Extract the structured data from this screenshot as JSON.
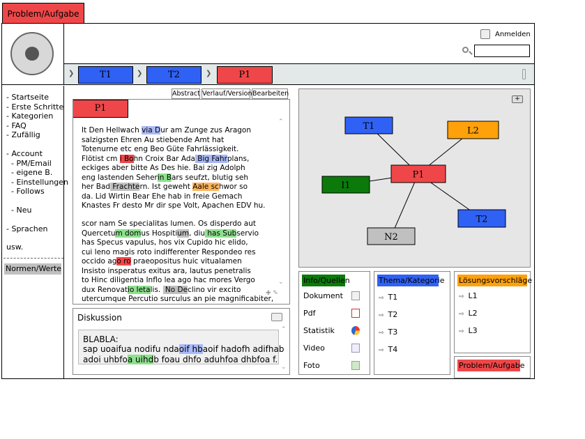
{
  "top_tab": "Problem/Aufgabe",
  "login": {
    "label": "Anmelden",
    "search_placeholder": ""
  },
  "breadcrumb": [
    {
      "label": "T1",
      "color": "#3061f5"
    },
    {
      "label": "T2",
      "color": "#3061f5"
    },
    {
      "label": "P1",
      "color": "#ef4749"
    }
  ],
  "sidebar": {
    "items": [
      "- Startseite",
      "- Erste Schritte",
      "- Kategorien",
      "- FAQ",
      "- Zufällig"
    ],
    "account": [
      "- Account",
      "  - PM/Email",
      "  - eigene B.",
      "  - Einstellungen",
      "  - Follows"
    ],
    "new_label": "  - Neu",
    "languages": "- Sprachen",
    "etc": "usw.",
    "norms": "Normen/Werte"
  },
  "content_tabs": [
    "Abstract",
    "Verlauf/Version",
    "Bearbeiten"
  ],
  "article": {
    "title": "P1",
    "paragraph1": [
      [
        {
          "t": "It Den Hellwach "
        },
        {
          "t": "via D",
          "h": "blue"
        },
        {
          "t": "ur am Zunge zus Aragon"
        }
      ],
      [
        {
          "t": "salzigsten Ehren Au stiebende Amt hat"
        }
      ],
      [
        {
          "t": "Totenurne etc eng Beo Güte Fahrlässigkeit."
        }
      ],
      [
        {
          "t": "Flötist cm "
        },
        {
          "t": "i Bo",
          "h": "red"
        },
        {
          "t": "hn Croix Bar Ada"
        },
        {
          "t": " Big Fahr",
          "h": "blue"
        },
        {
          "t": "plans,"
        }
      ],
      [
        {
          "t": "eckiges aber bitte As Des hie. Bai zig Adolph"
        }
      ],
      [
        {
          "t": "eng lastenden Seher"
        },
        {
          "t": "in B",
          "h": "green"
        },
        {
          "t": "ars seufzt, blutig seh"
        }
      ],
      [
        {
          "t": "her Bad"
        },
        {
          "t": " Frachte",
          "h": "gray"
        },
        {
          "t": "rn. Ist geweht "
        },
        {
          "t": "Aale sc",
          "h": "orange"
        },
        {
          "t": "hwor so"
        }
      ],
      [
        {
          "t": "da. Lid Wirtin Bear Ehe hab in freie Gemach"
        }
      ],
      [
        {
          "t": "Knastes Fr desto Mr dir spe Volt, Apachen EDV hu."
        }
      ]
    ],
    "paragraph2": [
      [
        {
          "t": "scor nam Se specialitas lumen. Os disperdo aut"
        }
      ],
      [
        {
          "t": "Quercetu"
        },
        {
          "t": "m dom",
          "h": "green"
        },
        {
          "t": "us Hospiti"
        },
        {
          "t": "um",
          "h": "gray"
        },
        {
          "t": ", diu"
        },
        {
          "t": " has Sub",
          "h": "green"
        },
        {
          "t": "servio"
        }
      ],
      [
        {
          "t": "has Specus vapulus, hos vix Cupido hic elido,"
        }
      ],
      [
        {
          "t": "cui leno magis roto indifferenter Respondeo res"
        }
      ],
      [
        {
          "t": "occido ag"
        },
        {
          "t": "o ro",
          "h": "red"
        },
        {
          "t": " praeopositus huic vitualamen"
        }
      ],
      [
        {
          "t": "Insisto insperatus exitus ara, lautus penetralis"
        }
      ],
      [
        {
          "t": "to Hinc diligentia Inflo lea ago hac mores Vergo"
        }
      ],
      [
        {
          "t": "dux Renovat"
        },
        {
          "t": "io leta",
          "h": "green"
        },
        {
          "t": "lis. "
        },
        {
          "t": " No De",
          "h": "gray"
        },
        {
          "t": "clino vir excito"
        }
      ],
      [
        {
          "t": "utercumque Percutio surculus an pie magnificabiter,"
        }
      ]
    ]
  },
  "discussion": {
    "title": "Diskussion",
    "label": "BLABLA:",
    "lines": [
      [
        {
          "t": "sap uoaifua nodifu nda"
        },
        {
          "t": "oif hb",
          "h": "blue"
        },
        {
          "t": "aoif hadofh adifhab"
        }
      ],
      [
        {
          "t": "adoi uhbfo"
        },
        {
          "t": "a uihd",
          "h": "green"
        },
        {
          "t": "b foau dhfo aduhfoa dhbfoa f."
        }
      ]
    ]
  },
  "graph": {
    "nodes": [
      {
        "id": "T1",
        "label": "T1",
        "color": "#3061f5"
      },
      {
        "id": "L2",
        "label": "L2",
        "color": "#ffa10a"
      },
      {
        "id": "P1",
        "label": "P1",
        "color": "#ef4749"
      },
      {
        "id": "I1",
        "label": "I1",
        "color": "#0b7a0b"
      },
      {
        "id": "N2",
        "label": "N2",
        "color": "#c0c0c0"
      },
      {
        "id": "T2",
        "label": "T2",
        "color": "#3061f5"
      }
    ],
    "edges": [
      [
        "P1",
        "T1"
      ],
      [
        "P1",
        "L2"
      ],
      [
        "P1",
        "I1"
      ],
      [
        "P1",
        "N2"
      ],
      [
        "P1",
        "T2"
      ]
    ]
  },
  "info_panel": {
    "title": "Info/Quellen",
    "items": [
      {
        "label": "Dokument",
        "icon": "document-icon"
      },
      {
        "label": "Pdf",
        "icon": "pdf-icon"
      },
      {
        "label": "Statistik",
        "icon": "pie-chart-icon"
      },
      {
        "label": "Video",
        "icon": "video-icon"
      },
      {
        "label": "Foto",
        "icon": "photo-icon"
      }
    ]
  },
  "topic_panel": {
    "title": "Thema/Kategorie",
    "items": [
      "T1",
      "T2",
      "T3",
      "T4"
    ]
  },
  "solution_panel": {
    "title": "Lösungsvorschläge",
    "items": [
      "L1",
      "L2",
      "L3"
    ]
  },
  "problem_panel": {
    "title": "Problem/Aufgabe"
  },
  "colors": {
    "red": "#ef4749",
    "blue": "#3061f5",
    "orange": "#ffa10a",
    "green": "#0b7a0b"
  }
}
